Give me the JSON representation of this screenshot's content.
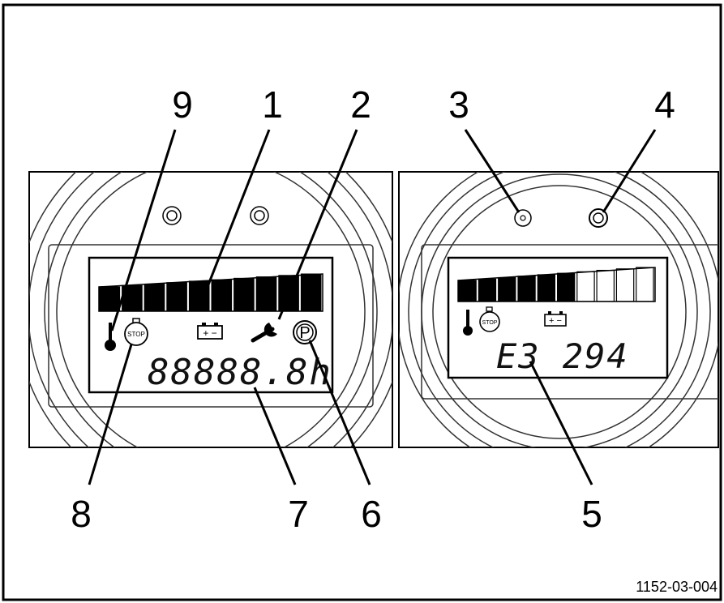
{
  "callouts": {
    "c1": "1",
    "c2": "2",
    "c3": "3",
    "c4": "4",
    "c5": "5",
    "c6": "6",
    "c7": "7",
    "c8": "8",
    "c9": "9"
  },
  "left_display": {
    "bar_fraction": 1.0,
    "bar_segments": 10,
    "stop_label": "STOP",
    "battery_label": "+ −",
    "parking_label": "P",
    "digits": "88888.8h"
  },
  "right_display": {
    "bar_fraction": 0.6,
    "bar_segments": 10,
    "stop_label": "STOP",
    "battery_label": "+ −",
    "error_text": "E3 294"
  },
  "reference_code": "1152-03-004",
  "colors": {
    "line": "#000000",
    "lcd_bg": "#ffffff",
    "bezel": "#444444"
  }
}
